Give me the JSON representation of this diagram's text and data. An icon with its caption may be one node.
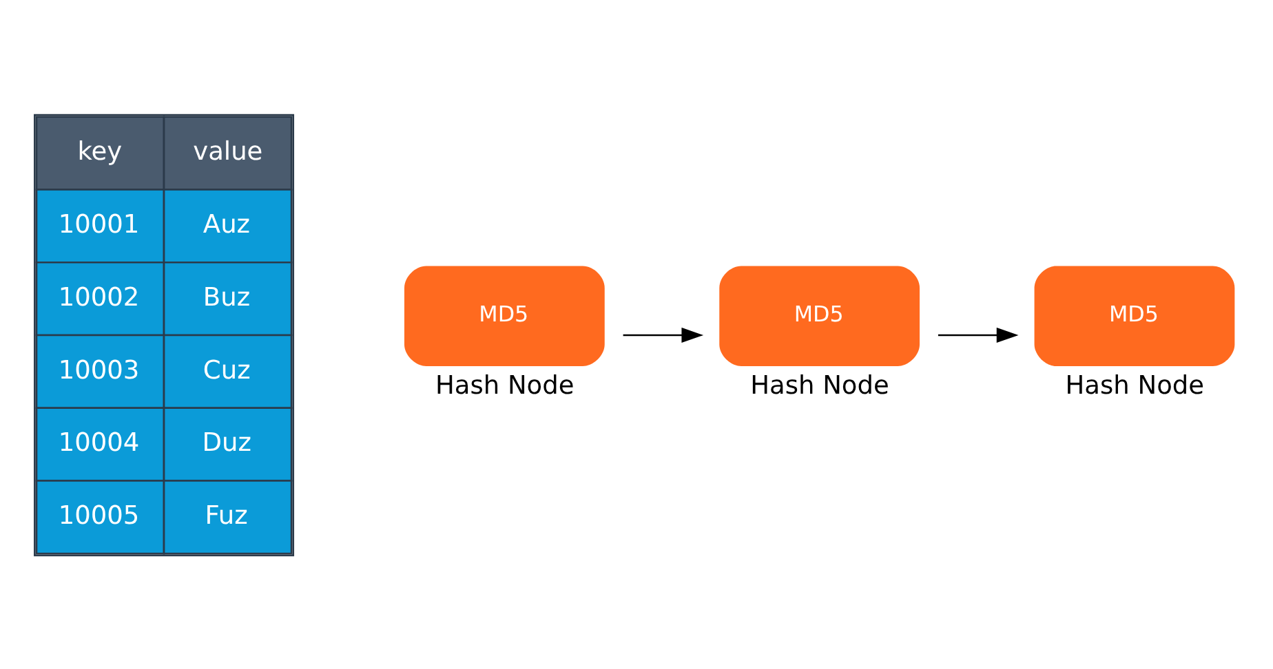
{
  "diagram": {
    "nodes": [
      {
        "text": [
          "MD5"
        ],
        "beside": [
          "Hash Node"
        ]
      },
      {
        "text": [
          "MD5"
        ],
        "beside": [
          "Hash Node"
        ]
      },
      {
        "text": [
          "MD5"
        ],
        "beside": [
          "Hash Node"
        ]
      }
    ],
    "edges": [
      {
        "from": 0,
        "to": 1,
        "arrow": "to"
      },
      {
        "from": 1,
        "to": 2,
        "arrow": "to"
      }
    ],
    "labels": [
      "key",
      "value",
      "10001",
      "Auz",
      "10002",
      "Buz",
      "10003",
      "Cuz",
      "10004",
      "Duz",
      "10005",
      "Fuz"
    ]
  }
}
